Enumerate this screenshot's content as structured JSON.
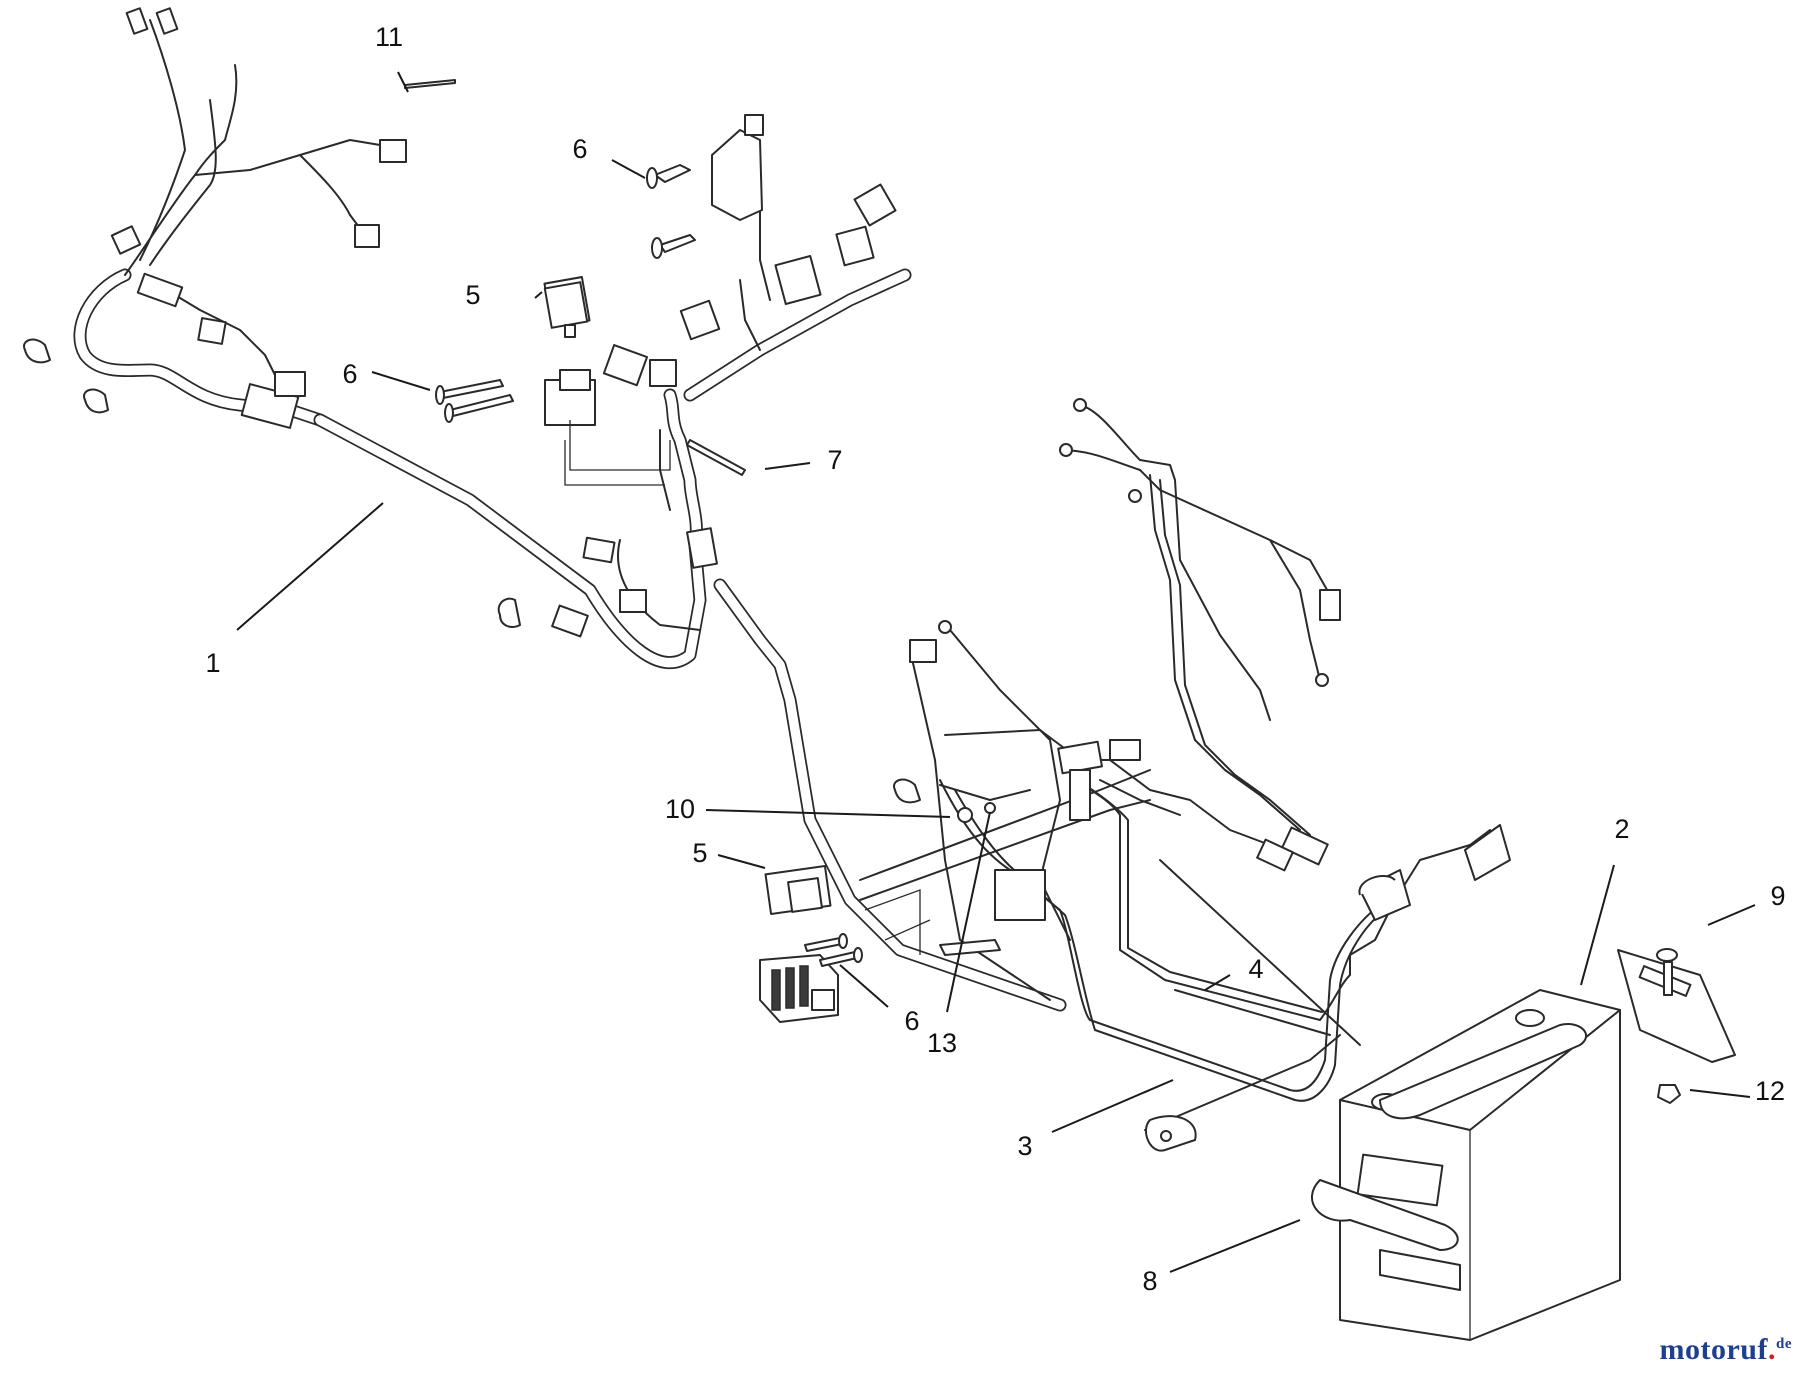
{
  "callouts": [
    {
      "id": "c1",
      "text": "1"
    },
    {
      "id": "c2",
      "text": "2"
    },
    {
      "id": "c3",
      "text": "3"
    },
    {
      "id": "c4",
      "text": "4"
    },
    {
      "id": "c5a",
      "text": "5"
    },
    {
      "id": "c5b",
      "text": "5"
    },
    {
      "id": "c6a",
      "text": "6"
    },
    {
      "id": "c6b",
      "text": "6"
    },
    {
      "id": "c6c",
      "text": "6"
    },
    {
      "id": "c7",
      "text": "7"
    },
    {
      "id": "c8",
      "text": "8"
    },
    {
      "id": "c9",
      "text": "9"
    },
    {
      "id": "c10",
      "text": "10"
    },
    {
      "id": "c11",
      "text": "11"
    },
    {
      "id": "c12",
      "text": "12"
    },
    {
      "id": "c13",
      "text": "13"
    }
  ],
  "watermark": {
    "name": "motoruf",
    "dot": ".",
    "tld": "de"
  }
}
